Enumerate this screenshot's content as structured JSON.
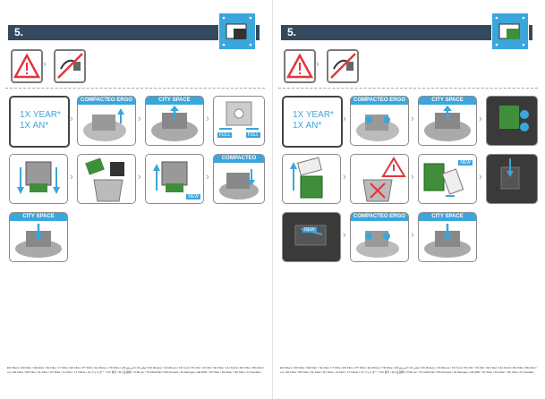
{
  "colors": {
    "header_bg": "#34495e",
    "accent_blue": "#3aa6dc",
    "warning_red": "#e2363c",
    "filter_green": "#3f8f3a"
  },
  "left_page": {
    "step_number": "5.",
    "year_label_line1": "1X YEAR*",
    "year_label_line2": "1X AN*",
    "tile_labels": {
      "compacteo": "COMPACTEO ERGO",
      "city": "CITY SPACE",
      "compacteo2": "COMPACTEO ERGO",
      "city2": "CITY SPACE"
    },
    "full_label_left": "FULL",
    "full_label_right": "FULL",
    "new_label": "NEW",
    "footer_text": "EN Filters / FR Filtre / DE Filter / NL Filter / IT Filtro / ES Filtro / PT Filtro / EL Φίλτρο / TR Filtre / AR المرشح / FA فیلتر / RU Фильтр / UK Фільтр / KK Сүзгі / PL Filtr / CS Filtr / SK Filter / HU Szűrő / RO Filtru / BG Филтър / HR Filtar / SR Filter / SL Filter / ET Filter / LV Filtrs / LT Filtras / JA フィルター / KO 필터 / ZH 过滤网 / VI Bộ lọc / TH แผ่นกรอง / MS Penapis / ID Saringan / HE מסנן / SV Filter / DA Filter / NO Filter / FI Suodatin"
  },
  "right_page": {
    "step_number": "5.",
    "year_label_line1": "1X YEAR*",
    "year_label_line2": "1X AN*",
    "tile_labels": {
      "compacteo": "COMPACTEO ERGO",
      "city": "CITY SPACE",
      "compacteo2": "COMPACTEO ERGO",
      "city2": "CITY SPACE"
    },
    "new_label": "NEW",
    "new_label2": "NEW",
    "footer_text": "EN Filters / FR Filtre / DE Filter / NL Filter / IT Filtro / ES Filtro / PT Filtro / EL Φίλτρο / TR Filtre / AR المرشح / FA فیلتر / RU Фильтр / UK Фільтр / KK Сүзгі / PL Filtr / CS Filtr / SK Filter / HU Szűrő / RO Filtru / BG Филтър / HR Filtar / SR Filter / SL Filter / ET Filter / LV Filtrs / LT Filtras / JA フィルター / KO 필터 / ZH 过滤网 / VI Bộ lọc / TH แผ่นกรอง / MS Penapis / ID Saringan / HE מסנן / SV Filter / DA Filter / NO Filter / FI Suodatin"
  },
  "icons": {
    "warning": "warning-triangle-icon",
    "unplug": "unplug-cord-icon",
    "chevron": "chevron-right-icon",
    "bag": "dust-bag-icon",
    "filter": "filter-cartridge-icon",
    "bin": "trash-bin-icon",
    "vacuum": "vacuum-cleaner-icon"
  }
}
